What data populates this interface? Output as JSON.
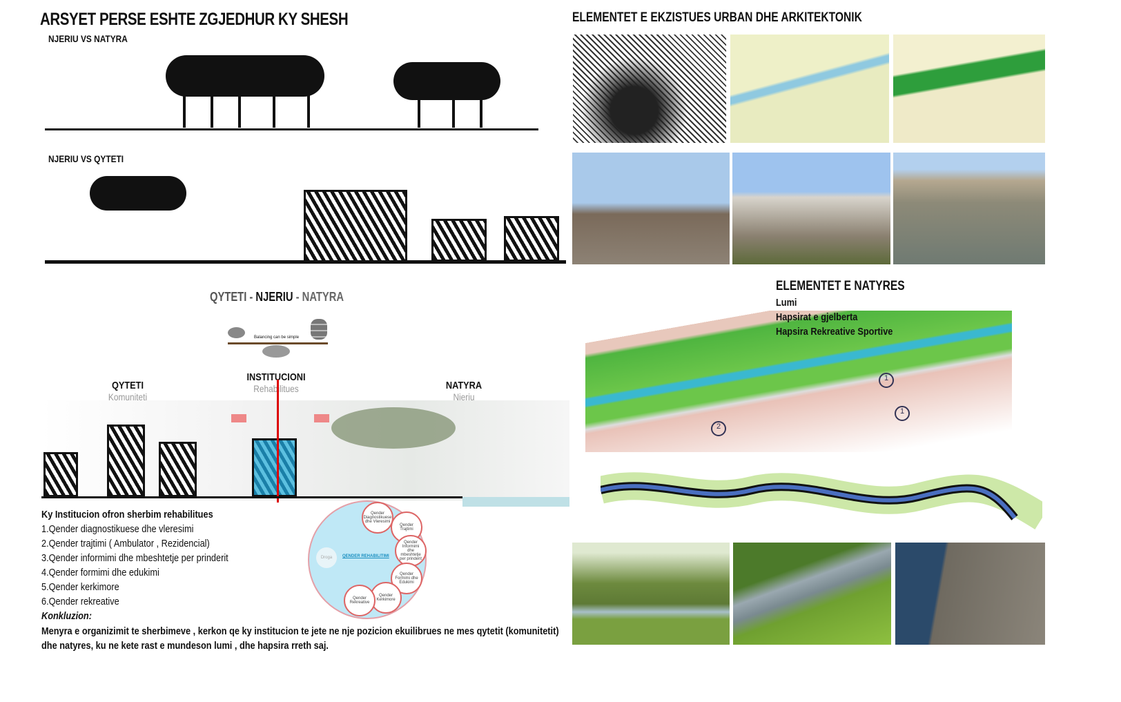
{
  "left": {
    "title": "ARSYET PERSE ESHTE ZGJEDHUR KY SHESH",
    "section1": "NJERIU VS NATYRA",
    "section2": "NJERIU VS QYTETI",
    "diagram_title": {
      "a": "QYTETI - ",
      "b": "NJERIU",
      "c": " - NATYRA"
    },
    "balance_caption": "Balancing can be simple",
    "qyteti": {
      "label": "QYTETI",
      "sub": "Komuniteti"
    },
    "institucioni": {
      "label": "INSTITUCIONI",
      "sub": "Rehabilitues"
    },
    "natyra": {
      "label": "NATYRA",
      "sub": "Njeriu"
    },
    "services_heading": "Ky Institucion ofron sherbim rehabilitues",
    "services": [
      "1.Qender diagnostikuese dhe vleresimi",
      "2.Qender trajtimi ( Ambulator , Rezidencial)",
      "3.Qender informimi dhe mbeshtetje per prinderit",
      "4.Qender formimi dhe edukimi",
      "5.Qender kerkimore",
      "6.Qender rekreative"
    ],
    "conclusion_heading": "Konkluzion:",
    "conclusion": "Menyra e organizimit te sherbimeve , kerkon qe ky institucion te jete ne nje pozicion ekuilibrues ne mes qytetit (komunitetit) dhe natyres, ku ne kete rast e mundeson lumi , dhe hapsira rreth saj.",
    "circle": {
      "center": "QENDER REHABILITIMI",
      "side": "Droga",
      "nodes": [
        "Qender Diagnostikuese dhe Vleresimi",
        "Qender Trajtimi",
        "Qender Informimi dhe mbeshtetje per prinderit",
        "Qender Formimi dhe Edukimi",
        "Qender Kerkimore",
        "Qender Rekreative"
      ]
    }
  },
  "right": {
    "title": "ELEMENTET E EKZISTUES URBAN DHE ARKITEKTONIK",
    "nature_title": "ELEMENTET E NATYRES",
    "nature_items": [
      "Lumi",
      "Hapsirat e gjelberta",
      "Hapsira Rekreative Sportive"
    ],
    "plan_markers": [
      "1",
      "1",
      "2"
    ]
  }
}
